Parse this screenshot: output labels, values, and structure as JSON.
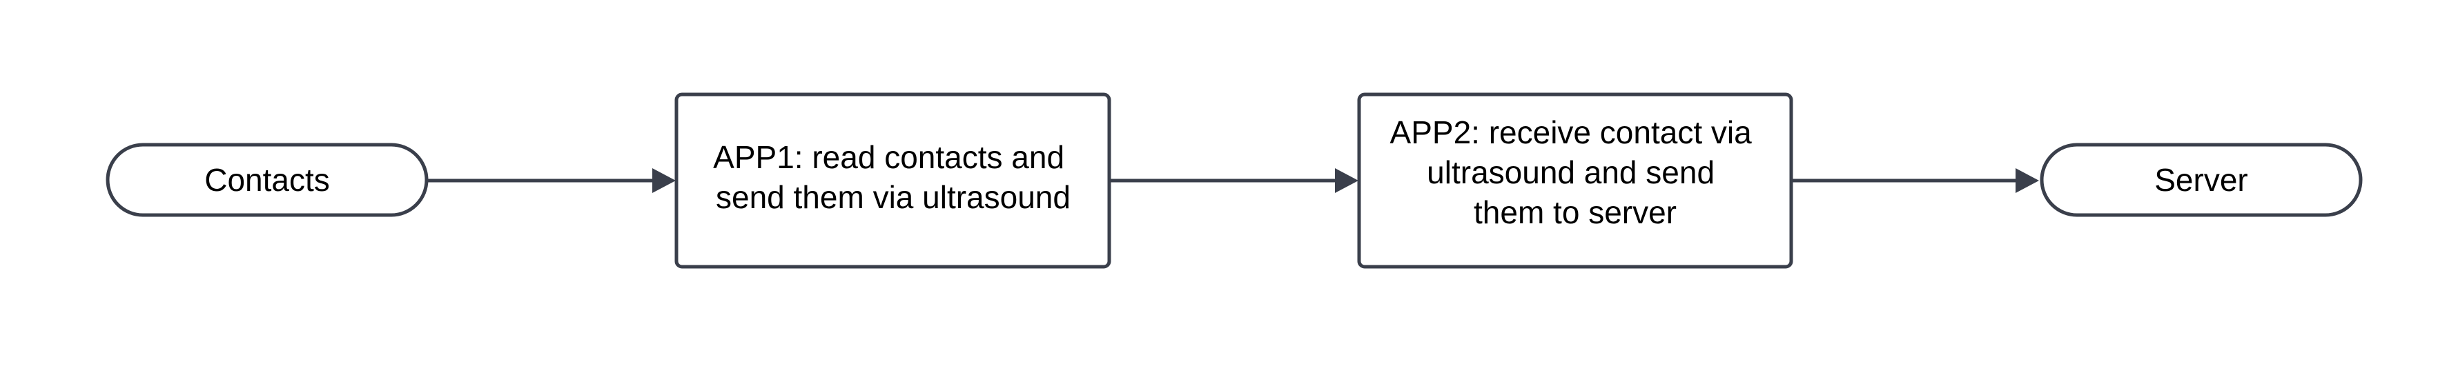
{
  "diagram": {
    "nodes": {
      "contacts": {
        "label": "Contacts"
      },
      "app1": {
        "lines": [
          "APP1: read contacts and",
          "send them via ultrasound"
        ]
      },
      "app2": {
        "lines": [
          "APP2: receive contact via",
          "ultrasound and send",
          "them to server"
        ]
      },
      "server": {
        "label": "Server"
      }
    }
  },
  "colors": {
    "stroke": "#3a3f4b",
    "fill": "#ffffff",
    "text": "#000000"
  }
}
